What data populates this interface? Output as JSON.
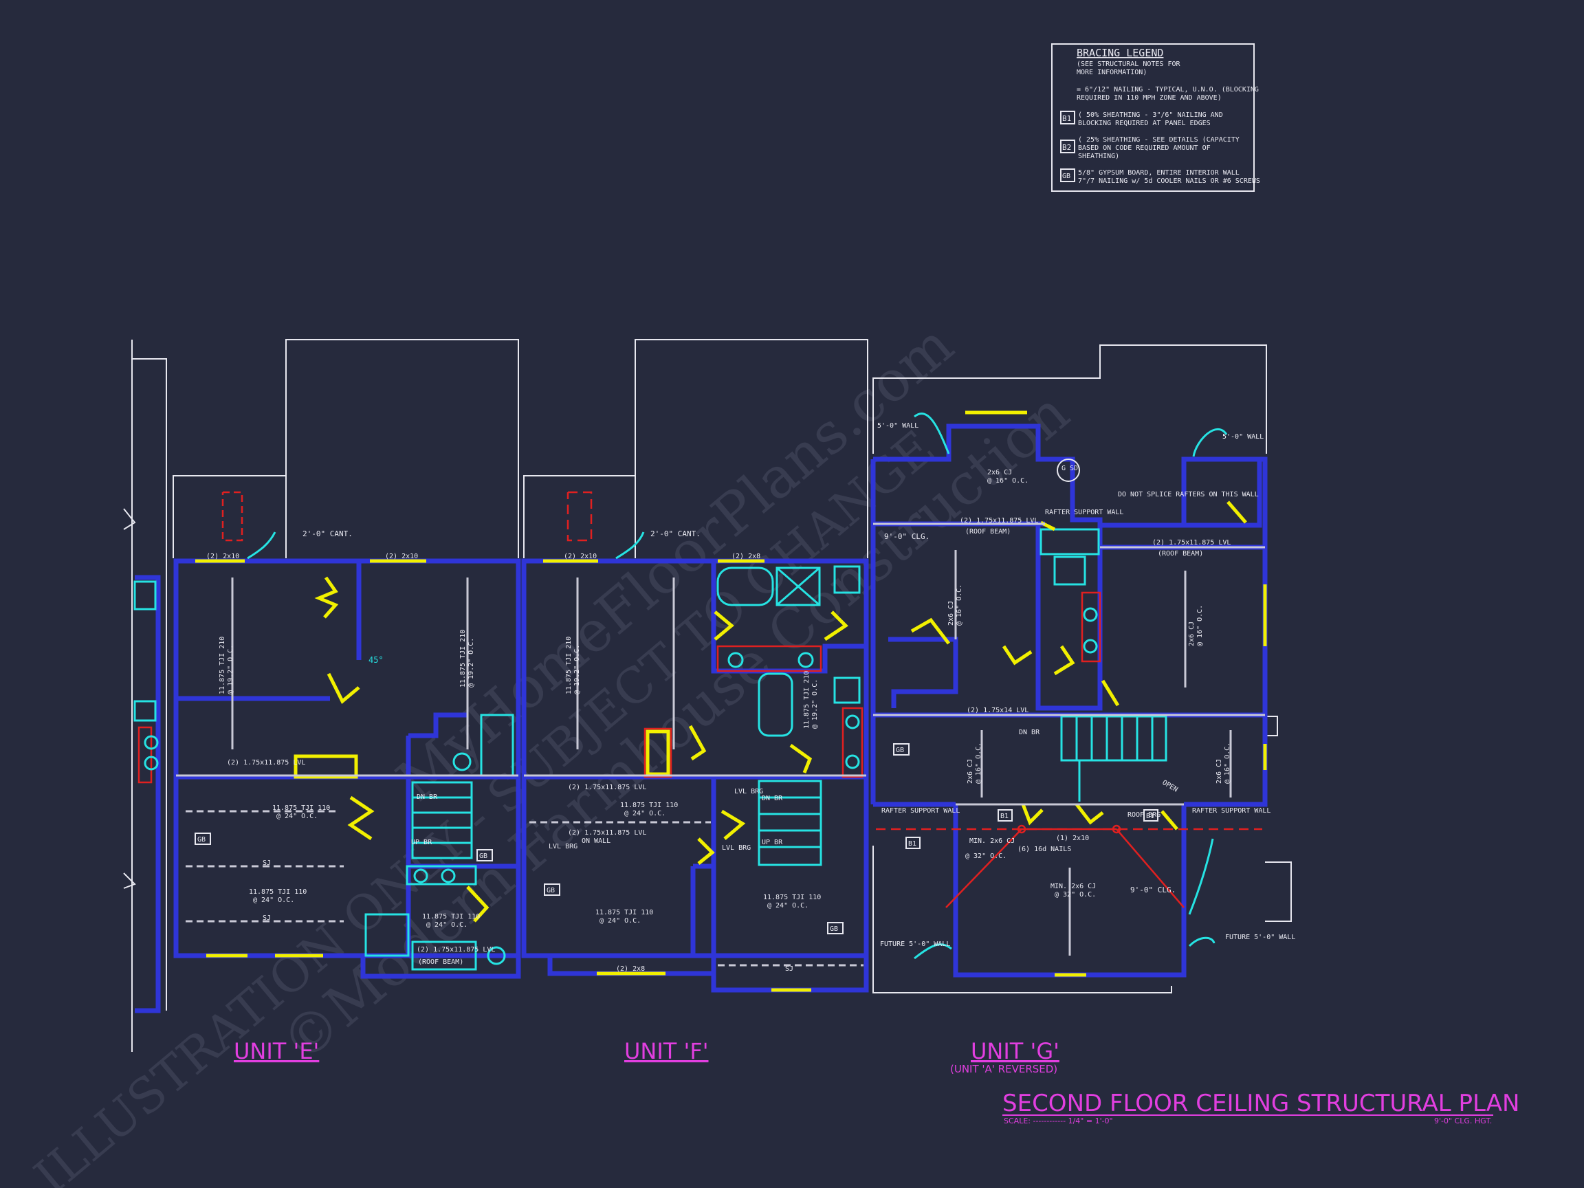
{
  "legend": {
    "title": "BRACING LEGEND",
    "subtitle1": "(SEE STRUCTURAL NOTES FOR",
    "subtitle2": "MORE INFORMATION)",
    "l1a": "= 6\"/12\" NAILING - TYPICAL, U.N.O. (BLOCKING",
    "l1b": "REQUIRED IN 110 MPH ZONE AND ABOVE)",
    "b1_tag": "B1",
    "l2a": "( 50% SHEATHING - 3\"/6\" NAILING AND",
    "l2b": "BLOCKING REQUIRED AT PANEL EDGES",
    "b2_tag": "B2",
    "l3a": "( 25% SHEATHING - SEE DETAILS (CAPACITY",
    "l3b": "BASED ON CODE REQUIRED AMOUNT OF",
    "l3c": "SHEATHING)",
    "gb_tag": "GB",
    "l4a": "5/8\" GYPSUM BOARD, ENTIRE INTERIOR WALL",
    "l4b": "7\"/7 NAILING w/ 5d COOLER NAILS OR #6 SCREWS"
  },
  "units": {
    "e": "UNIT 'E'",
    "f": "UNIT 'F'",
    "g": "UNIT 'G'",
    "g_sub": "(UNIT 'A' REVERSED)"
  },
  "title": {
    "main": "SECOND FLOOR CEILING STRUCTURAL PLAN",
    "scale": "SCALE: ------------ 1/4\" = 1'-0\"",
    "height": "9'-0\" CLG. HGT."
  },
  "labels": {
    "cant_e": "2'-0\" CANT.",
    "cant_f": "2'-0\" CANT.",
    "hdr_2x10_a": "(2) 2x10",
    "hdr_2x10_b": "(2) 2x10",
    "hdr_2x10_c": "(2) 2x10",
    "hdr_2x8_a": "(2) 2x8",
    "hdr_2x8_b": "(2) 2x8",
    "tji_e1": "11.875 TJI 210",
    "tji_e1b": "@ 19.2\" O.C.",
    "tji_e2": "11.875 TJI 210",
    "tji_e2b": "@ 19.2\" O.C.",
    "tji_e3": "11.875 TJI 110",
    "tji_e3b": "@ 24\" O.C.",
    "tji_e4": "11.875 TJI 110",
    "tji_e4b": "@ 24\" O.C.",
    "tji_e5": "11.875 TJI 110",
    "tji_e5b": "@ 24\" O.C.",
    "lvl_e": "(2) 1.75x11.875 LVL",
    "lvl_e2": "(2) 1.75x11.875 LVL",
    "roof_beam_e": "(ROOF BEAM)",
    "deg45": "45°",
    "dn_br": "DN BR",
    "up_br": "UP BR",
    "tji_f1": "11.875 TJI 210",
    "tji_f1b": "@ 19.2\" O.C.",
    "tji_f2": "11.875 TJI 210",
    "tji_f2b": "@ 19.2\" O.C.",
    "tji_f3": "11.875 TJI 110",
    "tji_f3b": "@ 24\" O.C.",
    "tji_f4": "11.875 TJI 110",
    "tji_f4b": "@ 24\" O.C.",
    "tji_f5": "11.875 TJI 110",
    "tji_f5b": "@ 24\" O.C.",
    "lvl_f1": "(2) 1.75x11.875 LVL",
    "lvl_f2": "(2) 1.75x11.875 LVL",
    "on_wall": "ON WALL",
    "lvl_brg": "LVL BRG",
    "gb": "GB",
    "g_wall_tl": "5'-0\" WALL",
    "g_wall_tr": "5'-0\" WALL",
    "g_cj1": "2x6 CJ",
    "g_cj1b": "@ 16\" O.C.",
    "g_lvl_roof1": "(2) 1.75x11.875 LVL",
    "roof_beam1": "(ROOF BEAM)",
    "rafter_support": "RAFTER SUPPORT WALL",
    "do_not_splice": "DO NOT SPLICE RAFTERS ON THIS WALL",
    "g_lvl_roof2": "(2) 1.75x11.875 LVL",
    "roof_beam2": "(ROOF BEAM)",
    "clg9": "9'-0\" CLG.",
    "g_cj2": "2x6 CJ",
    "g_cj2b": "@ 16\" O.C.",
    "g_cj3": "2x6 CJ",
    "g_cj3b": "@ 16\" O.C.",
    "g_lvl14": "(2) 1.75x14 LVL",
    "open": "OPEN",
    "g_cj4": "2x6 CJ",
    "g_cj4b": "@ 16\" O.C.",
    "g_cj5": "2x6 CJ",
    "g_cj5b": "@ 16\" O.C.",
    "rafter_support_l": "RAFTER SUPPORT WALL",
    "rafter_support_r": "RAFTER SUPPORT WALL",
    "roof_brg": "ROOF BRG",
    "one_2x10": "(1) 2x10",
    "nails16": "(6) 16d NAILS",
    "min_cj": "MIN. 2x6 CJ",
    "min_cjb": "@ 32\" O.C.",
    "min_cj2": "MIN. 2x6 CJ",
    "min_cj2b": "@ 32\" O.C.",
    "clg9b": "9'-0\" CLG.",
    "future_l": "FUTURE 5'-0\" WALL",
    "future_r": "FUTURE 5'-0\" WALL",
    "g_sd": "G SD",
    "b1": "B1",
    "b1b": "B1",
    "b1c": "B1",
    "gb_g": "GB",
    "sj": "SJ"
  },
  "watermark": {
    "w1": "©Modern Farmhouse Construction",
    "w2": "ILLUSTRATION ONLY - SUBJECT TO CHANGE",
    "w3": "MyHomeFloorPlans.com"
  }
}
